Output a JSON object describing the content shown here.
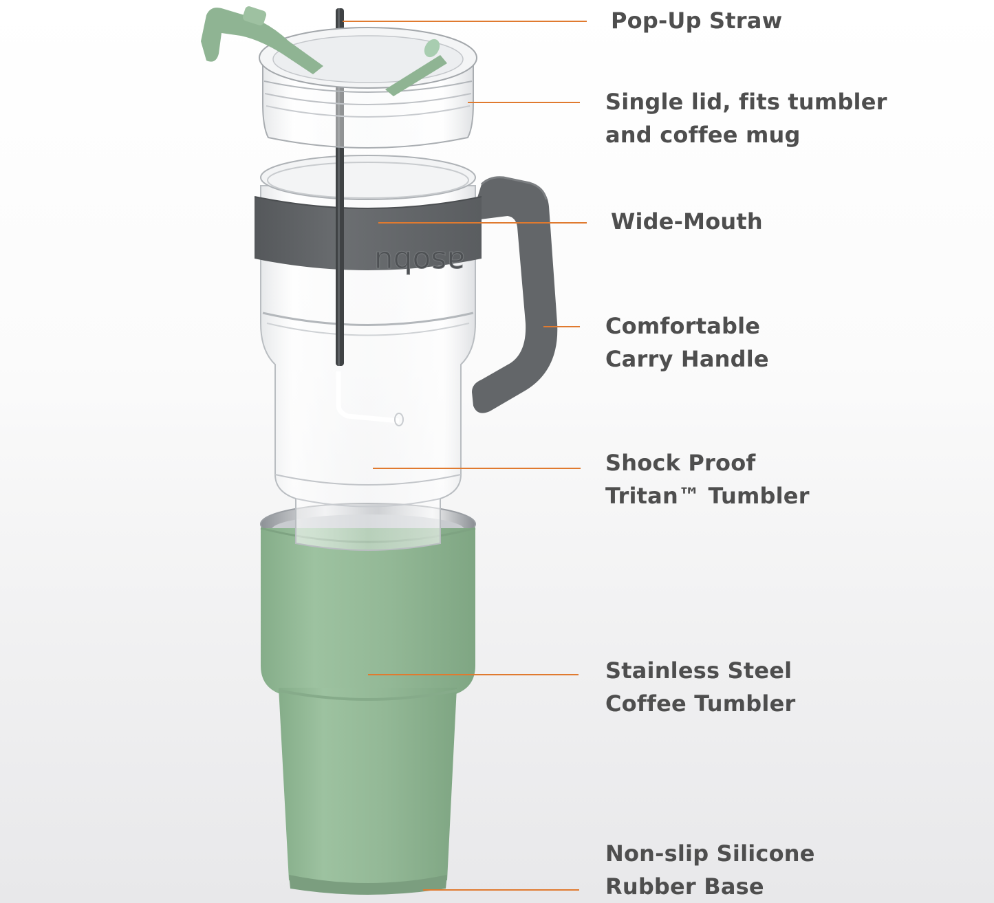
{
  "colors": {
    "leader": "#e07a2f",
    "label_text": "#4e4e4e",
    "sage_green": "#93b896",
    "handle_gray": "#646669",
    "straw_dark": "#3f4244"
  },
  "brand_text": "asobu",
  "callouts": [
    {
      "id": "straw",
      "lines": [
        "Pop-Up Straw"
      ]
    },
    {
      "id": "lid",
      "lines": [
        "Single lid, fits tumbler",
        "and coffee mug"
      ]
    },
    {
      "id": "mouth",
      "lines": [
        "Wide-Mouth"
      ]
    },
    {
      "id": "handle",
      "lines": [
        "Comfortable",
        "Carry Handle"
      ]
    },
    {
      "id": "tritan",
      "lines": [
        "Shock Proof",
        "Tritan™ Tumbler"
      ]
    },
    {
      "id": "steel",
      "lines": [
        "Stainless Steel",
        "Coffee Tumbler"
      ]
    },
    {
      "id": "base",
      "lines": [
        "Non-slip Silicone",
        "Rubber Base"
      ]
    }
  ]
}
